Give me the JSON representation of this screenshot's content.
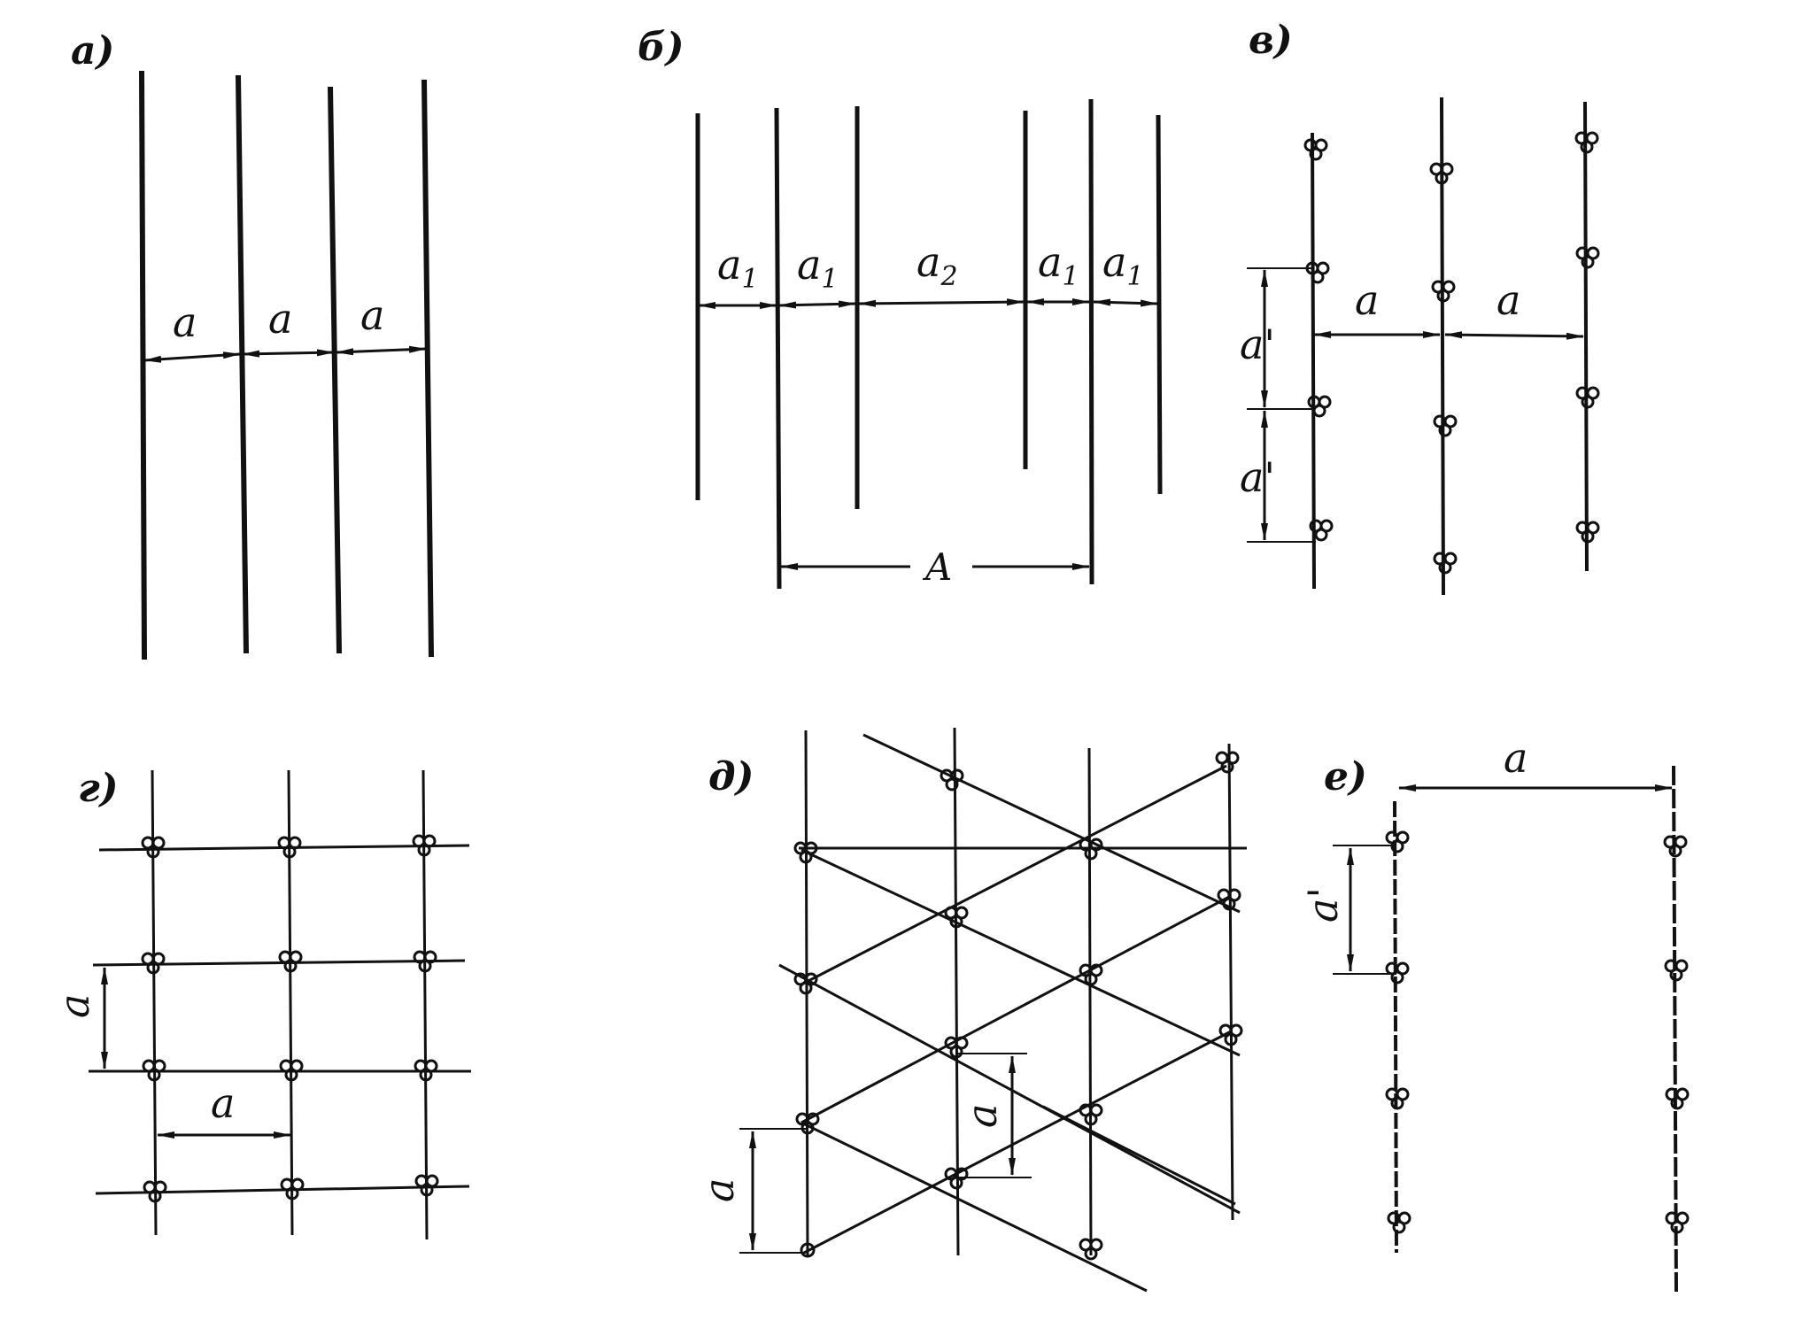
{
  "colors": {
    "ink": "#111111",
    "background": "#ffffff"
  },
  "panels": {
    "a": {
      "label": "а)",
      "spacing_labels": [
        "a",
        "a",
        "a"
      ]
    },
    "b": {
      "label": "б)",
      "spacing_labels": [
        "a1",
        "a1",
        "a2",
        "a1",
        "a1"
      ],
      "band_label": "A"
    },
    "v": {
      "label": "в)",
      "spacing_labels": [
        "a",
        "a"
      ],
      "in_row_labels": [
        "a'",
        "a'"
      ]
    },
    "g": {
      "label": "г)",
      "vertical_label": "a",
      "horizontal_label": "a"
    },
    "d": {
      "label": "д)",
      "labels": [
        "a",
        "a"
      ]
    },
    "e": {
      "label": "е)",
      "spacing_label": "a",
      "in_row_label": "a'"
    }
  }
}
